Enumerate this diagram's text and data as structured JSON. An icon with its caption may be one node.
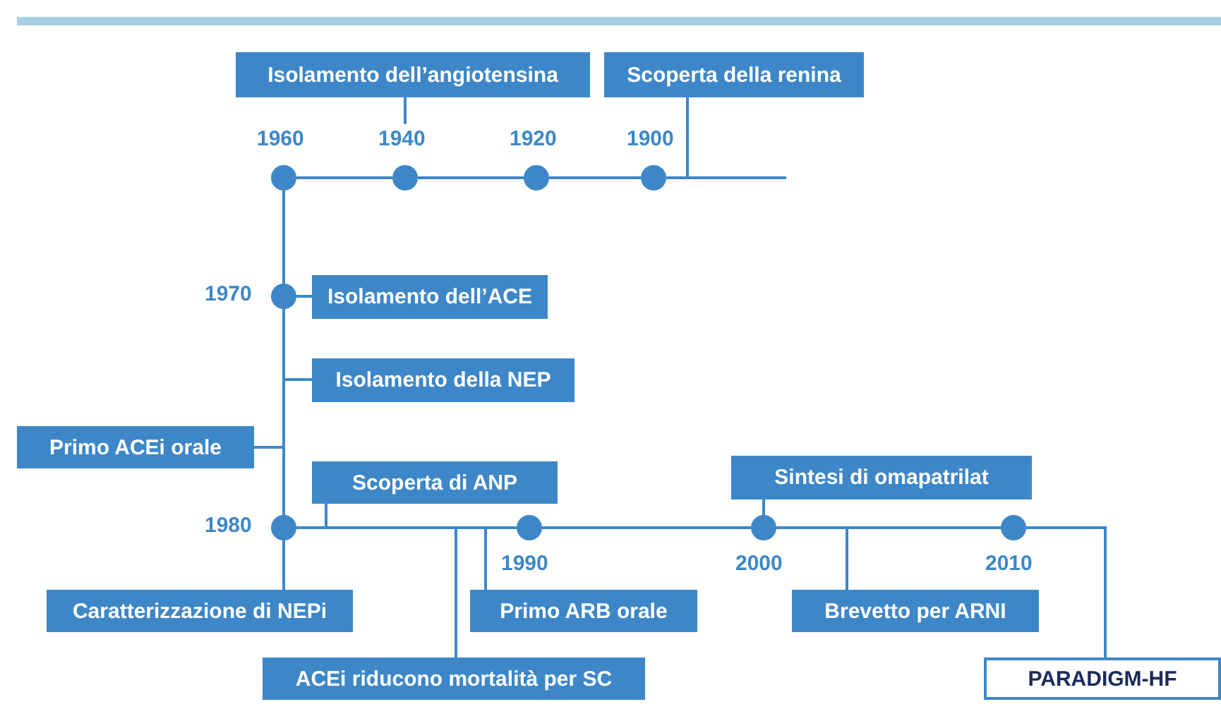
{
  "diagram": {
    "nodes": [
      {
        "text": [
          "Isolamento dell’angiotensina"
        ]
      },
      {
        "text": [
          "Scoperta della renina"
        ]
      },
      {
        "text": [],
        "shape": "circle",
        "beside": [
          "1960"
        ]
      },
      {
        "text": [],
        "shape": "circle",
        "beside": [
          "1940"
        ]
      },
      {
        "text": [],
        "shape": "circle",
        "beside": [
          "1920"
        ]
      },
      {
        "text": [],
        "shape": "circle",
        "beside": [
          "1900"
        ]
      },
      {
        "text": [],
        "shape": "circle",
        "beside": [
          "1970"
        ]
      },
      {
        "text": [
          "Isolamento dell’ACE"
        ]
      },
      {
        "text": [
          "Isolamento della NEP"
        ]
      },
      {
        "text": [
          "Primo ACEi orale"
        ]
      },
      {
        "text": [
          "Scoperta di ANP"
        ]
      },
      {
        "text": [
          "Sintesi di omapatrilat"
        ]
      },
      {
        "text": [],
        "shape": "circle",
        "beside": [
          "1980"
        ]
      },
      {
        "text": [],
        "shape": "circle",
        "beside": [
          "1990"
        ]
      },
      {
        "text": [],
        "shape": "circle",
        "beside": [
          "2000"
        ]
      },
      {
        "text": [],
        "shape": "circle",
        "beside": [
          "2010"
        ]
      },
      {
        "text": [
          "Caratterizzazione di NEPi"
        ]
      },
      {
        "text": [
          "Primo ARB orale"
        ]
      },
      {
        "text": [
          "Brevetto per ARNI"
        ]
      },
      {
        "text": [
          "ACEi riducono mortalità per SC"
        ]
      },
      {
        "text": [
          "PARADIGM-HF"
        ]
      }
    ],
    "edges": [
      {
        "from": 2,
        "to": 3,
        "arrow": "none"
      },
      {
        "from": 3,
        "to": 4,
        "arrow": "none"
      },
      {
        "from": 4,
        "to": 5,
        "arrow": "none"
      },
      {
        "from": 2,
        "to": 6,
        "arrow": "none"
      },
      {
        "from": 6,
        "to": 12,
        "arrow": "none"
      },
      {
        "from": 12,
        "to": 13,
        "arrow": "none"
      },
      {
        "from": 13,
        "to": 14,
        "arrow": "none"
      },
      {
        "from": 14,
        "to": 15,
        "arrow": "none"
      },
      {
        "from": 15,
        "to": 20,
        "arrow": "none"
      },
      {
        "from": 0,
        "to": 3,
        "arrow": "none"
      },
      {
        "from": 1,
        "to": null,
        "arrow": "none"
      },
      {
        "from": 7,
        "to": 6,
        "arrow": "none"
      },
      {
        "from": 8,
        "to": null,
        "arrow": "none"
      },
      {
        "from": 9,
        "to": null,
        "arrow": "none"
      },
      {
        "from": 10,
        "to": null,
        "arrow": "none"
      },
      {
        "from": 11,
        "to": 14,
        "arrow": "none"
      },
      {
        "from": 16,
        "to": 12,
        "arrow": "none"
      },
      {
        "from": 17,
        "to": null,
        "arrow": "none"
      },
      {
        "from": 18,
        "to": null,
        "arrow": "none"
      },
      {
        "from": 19,
        "to": null,
        "arrow": "none"
      }
    ]
  }
}
